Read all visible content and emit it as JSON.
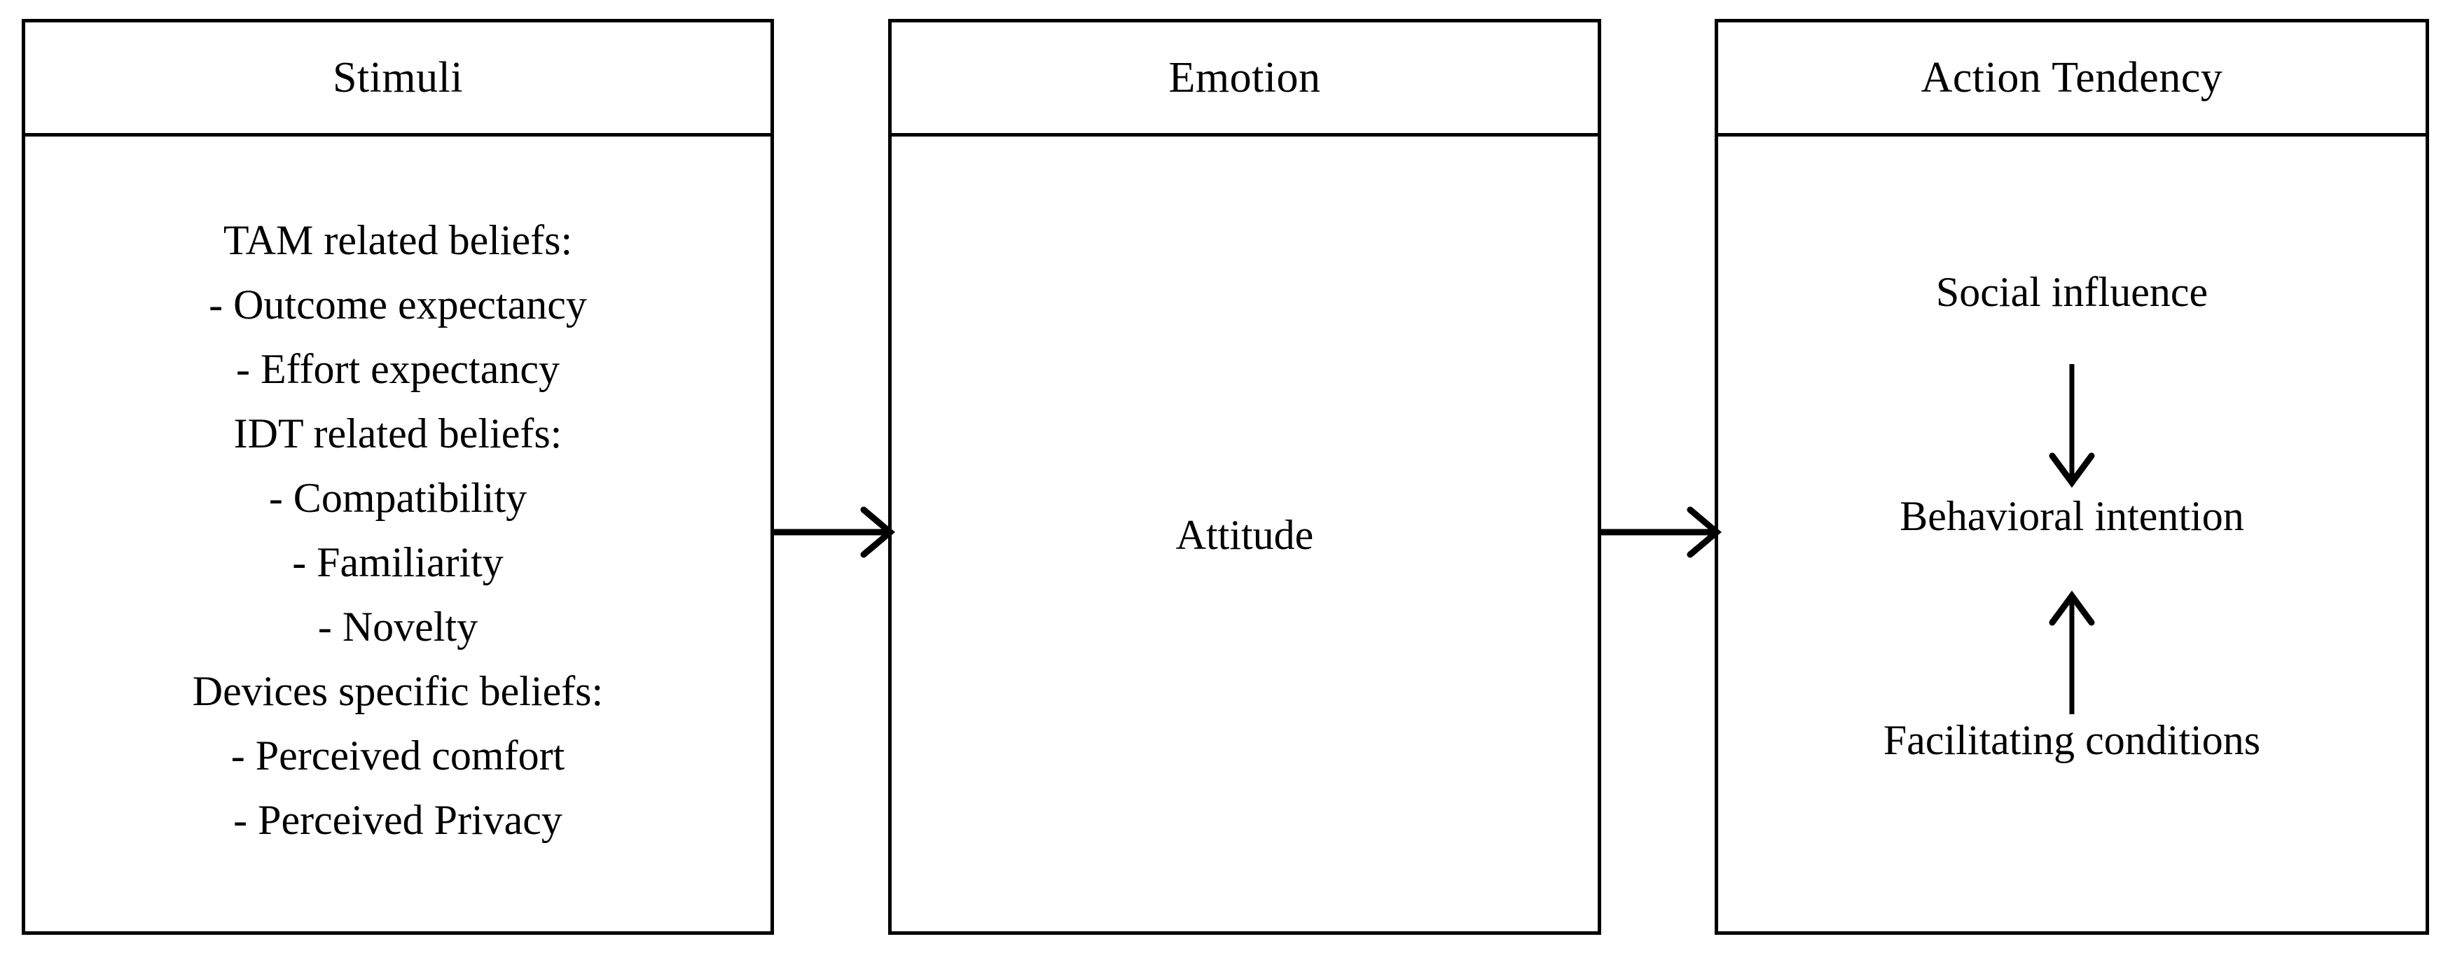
{
  "diagram": {
    "title": "Stimuli - Emotion - Action Tendency conceptual model",
    "colors": {
      "line": "#000000",
      "background": "#ffffff",
      "text": "#000000"
    },
    "boxes": [
      {
        "id": "stimuli",
        "header": "Stimuli",
        "lines": [
          "TAM related beliefs:",
          "- Outcome expectancy",
          "- Effort expectancy",
          "IDT related beliefs:",
          "- Compatibility",
          "- Familiarity",
          "- Novelty",
          "Devices specific beliefs:",
          "- Perceived comfort",
          "- Perceived Privacy"
        ]
      },
      {
        "id": "emotion",
        "header": "Emotion",
        "label": "Attitude"
      },
      {
        "id": "action",
        "header": "Action Tendency",
        "nodes": {
          "top": "Social influence",
          "middle": "Behavioral intention",
          "bottom": "Facilitating conditions"
        },
        "internal_arrows": [
          {
            "name": "social-influence-to-behavioral-intention",
            "direction": "down"
          },
          {
            "name": "facilitating-conditions-to-behavioral-intention",
            "direction": "up"
          }
        ]
      }
    ],
    "connectors": [
      {
        "name": "stimuli-to-emotion",
        "from": "Stimuli",
        "to": "Emotion",
        "direction": "right"
      },
      {
        "name": "emotion-to-action-tendency",
        "from": "Emotion",
        "to": "Action Tendency",
        "direction": "right"
      }
    ]
  }
}
